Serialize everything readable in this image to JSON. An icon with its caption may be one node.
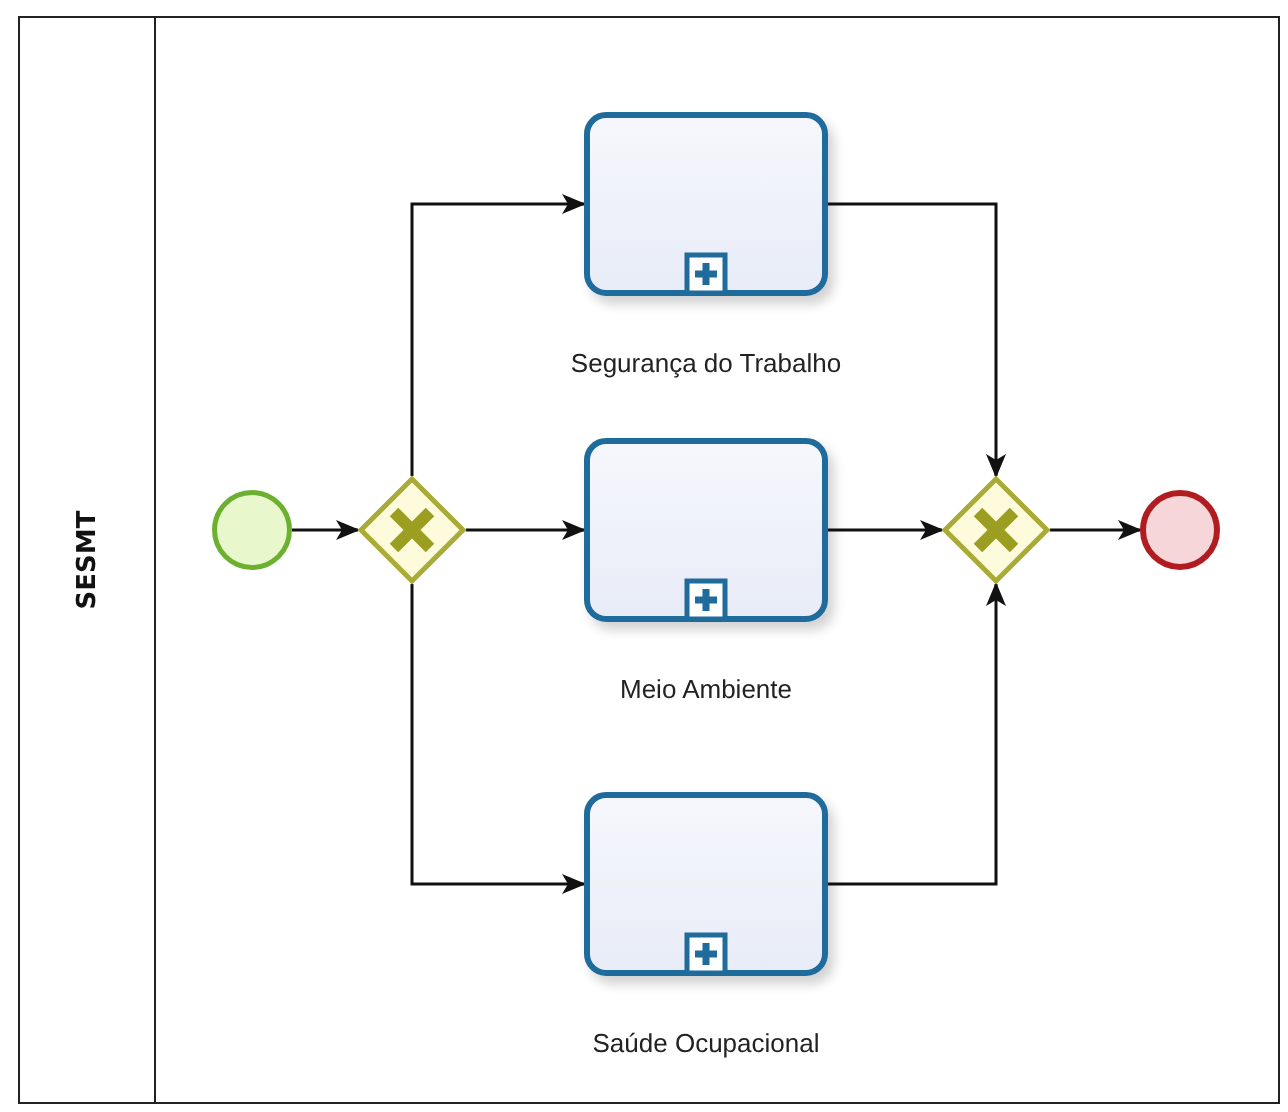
{
  "diagram": {
    "nodes": [
      {
        "text": [
          "SESMT"
        ]
      },
      {
        "text": [],
        "shape": "circle",
        "in": 0
      },
      {
        "text": [],
        "shape": "diamond",
        "in": 0
      },
      {
        "text": [
          "Segurança do Trabalho"
        ],
        "in": 0
      },
      {
        "text": [
          "Meio Ambiente"
        ],
        "in": 0
      },
      {
        "text": [
          "Saúde Ocupacional"
        ],
        "in": 0
      },
      {
        "text": [],
        "shape": "diamond",
        "in": 0
      },
      {
        "text": [],
        "shape": "circle",
        "in": 0
      }
    ],
    "edges": [
      {
        "from": 1,
        "to": 2,
        "arrow": "to"
      },
      {
        "from": 2,
        "to": 3,
        "arrow": "to"
      },
      {
        "from": 2,
        "to": 4,
        "arrow": "to"
      },
      {
        "from": 2,
        "to": 5,
        "arrow": "to"
      },
      {
        "from": 3,
        "to": 6,
        "arrow": "to"
      },
      {
        "from": 4,
        "to": 6,
        "arrow": "to"
      },
      {
        "from": 5,
        "to": 6,
        "arrow": "to"
      },
      {
        "from": 6,
        "to": 7,
        "arrow": "to"
      }
    ]
  }
}
